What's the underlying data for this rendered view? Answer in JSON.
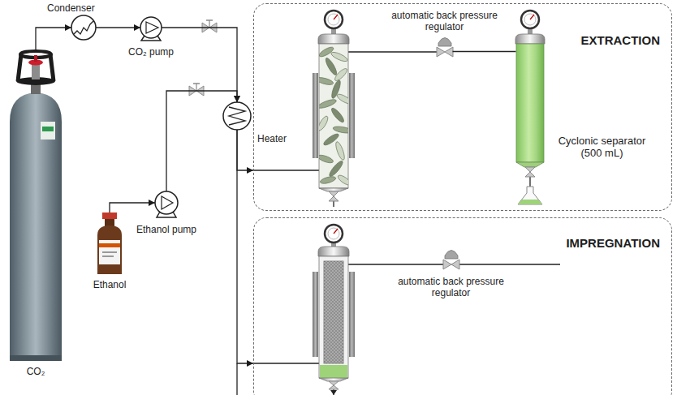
{
  "diagram": {
    "nodes": [
      {
        "text": [
          "Condenser"
        ]
      },
      {
        "text": [
          "CO₂ pump"
        ]
      },
      {
        "text": [
          "Heater"
        ]
      },
      {
        "text": [
          "Ethanol pump"
        ]
      },
      {
        "text": [
          "Ethanol"
        ]
      },
      {
        "text": [
          "CO₂"
        ]
      },
      {
        "text": [
          "EXTRACTION"
        ]
      },
      {
        "text": [
          "automatic back pressure regulator"
        ],
        "in": 6
      },
      {
        "text": [
          "Cyclonic separator (500 mL)"
        ],
        "in": 6
      },
      {
        "text": [
          "IMPREGNATION"
        ]
      },
      {
        "text": [
          "automatic back pressure regulator"
        ],
        "in": 9
      }
    ],
    "edges": [
      {
        "from": 5,
        "to": 0,
        "arrow": "to"
      },
      {
        "from": 0,
        "to": 1,
        "arrow": "to"
      },
      {
        "from": 1,
        "to": 2,
        "arrow": "to"
      },
      {
        "from": 4,
        "to": 3,
        "arrow": "to"
      },
      {
        "from": 3,
        "to": 2,
        "arrow": "to"
      },
      {
        "from": 2,
        "to": 6,
        "arrow": "to"
      },
      {
        "from": 2,
        "to": 9,
        "arrow": "to"
      },
      {
        "from": 7,
        "to": 8,
        "arrow": "none"
      }
    ]
  }
}
